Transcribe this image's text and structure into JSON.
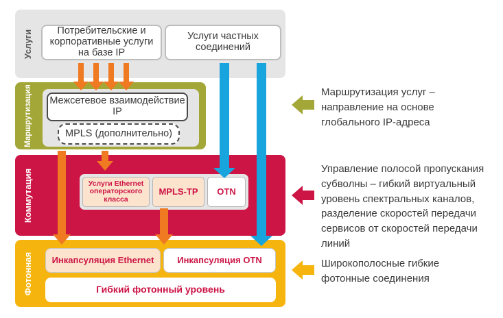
{
  "colors": {
    "services": "#e5e5e6",
    "routing": "#a3a737",
    "switching": "#cc1445",
    "photonic": "#f6b50e",
    "orange_arrow": "#ef7a22",
    "blue_arrow": "#18a4dd",
    "red_text": "#cc1445",
    "note_text": "#3a3a3a"
  },
  "layers": {
    "services": {
      "label": "Услуги",
      "box1": "Потребительские и корпоративные услуги на базе IP",
      "box2": "Услуги частных соединений"
    },
    "routing": {
      "label": "Маршрутизация",
      "box1": "Межсетевое взаимодействие IP",
      "box2": "MPLS (дополнительно)"
    },
    "switching": {
      "label": "Коммутация",
      "box1": "Услуги Ethernet операторского класса",
      "box2": "MPLS-TP",
      "box3": "OTN"
    },
    "photonic": {
      "label": "Фотонная",
      "box1": "Инкапсуляция Ethernet",
      "box2": "Инкапсуляция OTN",
      "box3": "Гибкий фотонный уровень"
    }
  },
  "notes": {
    "routing": "Маршрутизация услуг – направление на основе глобального IP-адреса",
    "switching": "Управление полосой пропускания субволны – гибкий виртуальный уровень спектральных каналов, разделение скоростей передачи сервисов от скоростей передачи линий",
    "photonic": "Широкополосные гибкие фотонные соединения"
  },
  "icons": {
    "routing": "left-arrow-icon",
    "switching": "left-arrow-icon",
    "photonic": "left-arrow-icon"
  }
}
